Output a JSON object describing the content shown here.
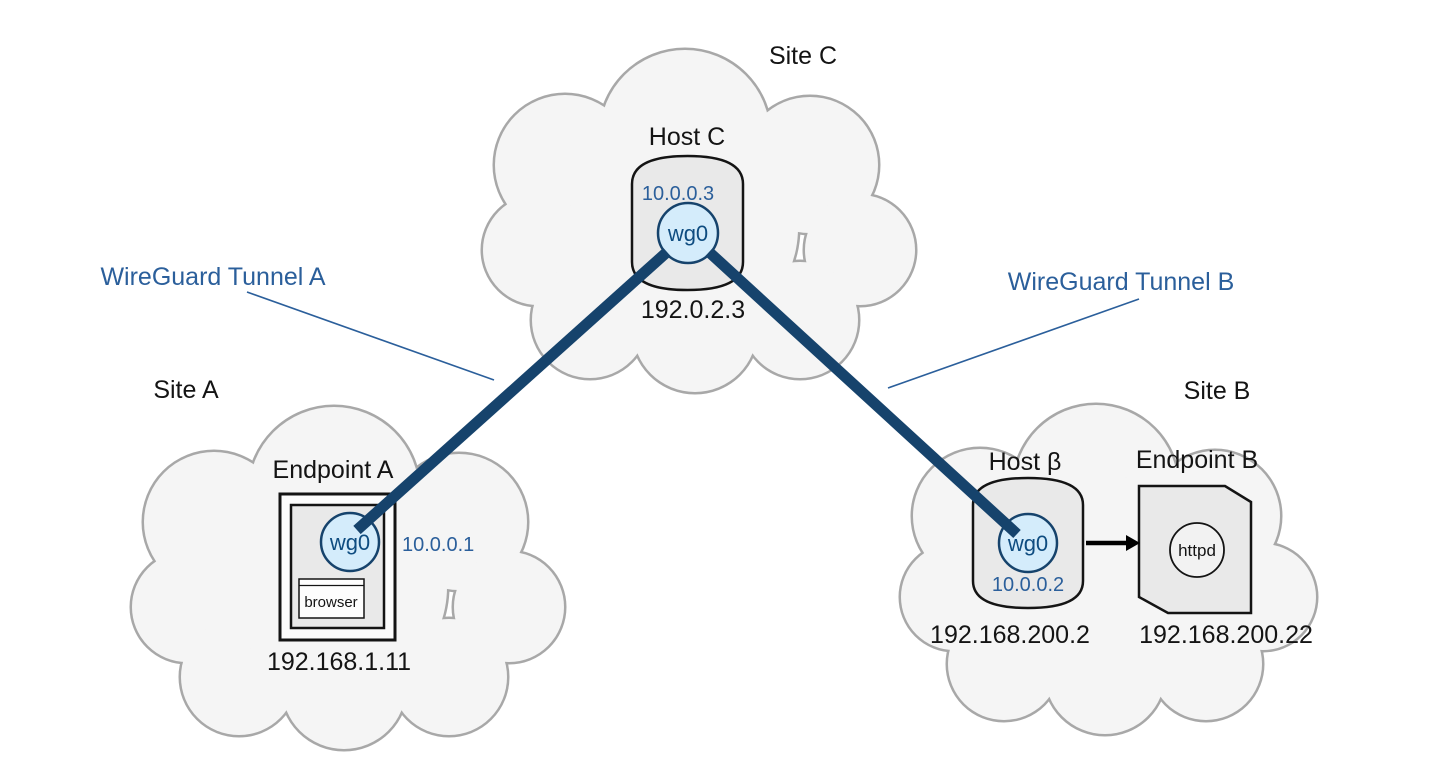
{
  "colors": {
    "tunnel_navy": "#16436C",
    "label_blue": "#2B5F9B",
    "cloud_fill": "#F5F5F5",
    "cloud_stroke": "#A8A8A8",
    "node_fill": "#E9E9E9",
    "wg_circle_fill": "#D4ECFB",
    "ink": "#141414",
    "background": "#FFFFFF"
  },
  "tunnels": {
    "a": {
      "label": "WireGuard Tunnel A"
    },
    "b": {
      "label": "WireGuard Tunnel B"
    }
  },
  "site_a": {
    "name": "Site A",
    "endpoint_a": {
      "title": "Endpoint A",
      "interface": "wg0",
      "tunnel_ip": "10.0.0.1",
      "lan_ip": "192.168.1.11",
      "app": "browser"
    }
  },
  "site_b": {
    "name": "Site B",
    "host_beta": {
      "title": "Host β",
      "interface": "wg0",
      "tunnel_ip": "10.0.0.2",
      "lan_ip": "192.168.200.2"
    },
    "endpoint_b": {
      "title": "Endpoint B",
      "service": "httpd",
      "lan_ip": "192.168.200.22"
    }
  },
  "site_c": {
    "name": "Site C",
    "host_c": {
      "title": "Host C",
      "interface": "wg0",
      "tunnel_ip": "10.0.0.3",
      "public_ip": "192.0.2.3"
    }
  }
}
